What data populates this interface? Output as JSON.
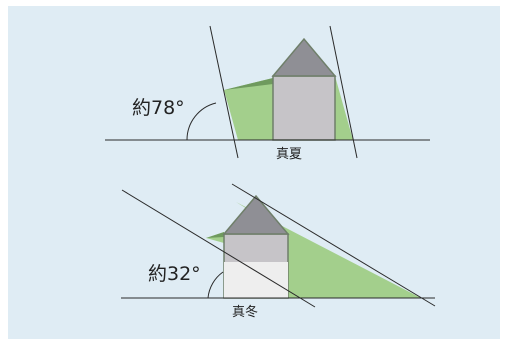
{
  "colors": {
    "background": "#dfecf4",
    "shadow_green": "#a3cf8c",
    "roof_green": "#6f9a5e",
    "roof_gray": "#8f8f95",
    "wall_gray": "#c6c4c8",
    "wall_light": "#eeeeee",
    "edge": "#6f7f6a",
    "line": "#2a2a2a"
  },
  "summer": {
    "angle_label": "約78°",
    "season_label": "真夏"
  },
  "winter": {
    "angle_label": "約32°",
    "season_label": "真冬"
  }
}
